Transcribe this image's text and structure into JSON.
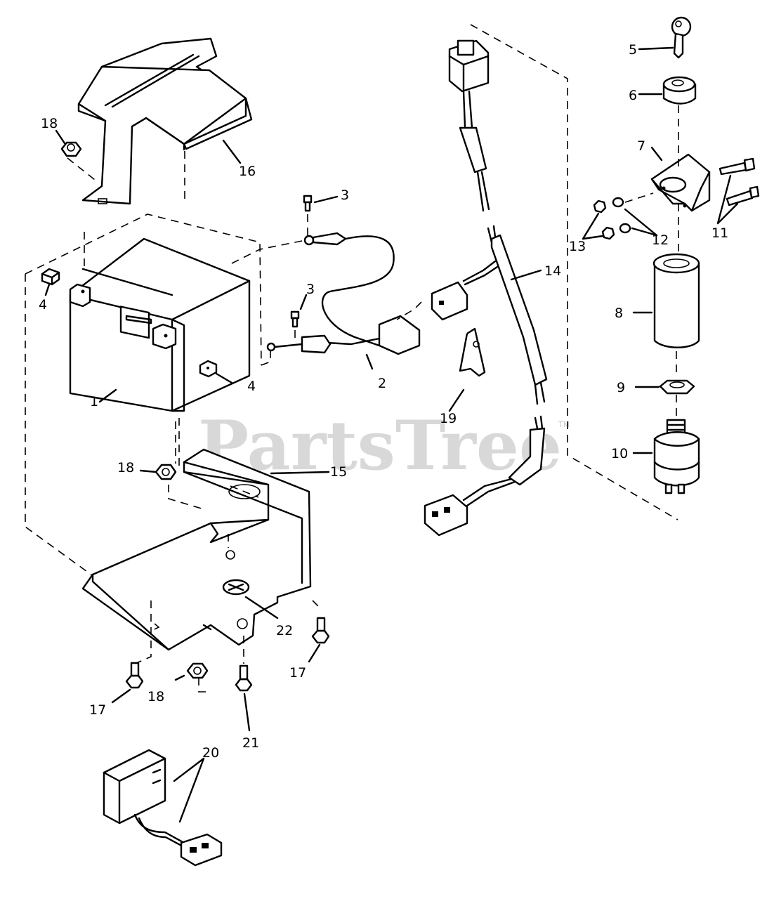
{
  "watermark": {
    "text": "PartsTree",
    "trademark": "TM"
  },
  "callouts": {
    "c1": "1",
    "c2": "2",
    "c3a": "3",
    "c3b": "3",
    "c4a": "4",
    "c4b": "4",
    "c5": "5",
    "c6": "6",
    "c7": "7",
    "c8": "8",
    "c9": "9",
    "c10": "10",
    "c11": "11",
    "c12": "12",
    "c13": "13",
    "c14": "14",
    "c15": "15",
    "c16": "16",
    "c17a": "17",
    "c17b": "17",
    "c18a": "18",
    "c18b": "18",
    "c18c": "18",
    "c19": "19",
    "c20": "20",
    "c21": "21",
    "c22": "22"
  }
}
